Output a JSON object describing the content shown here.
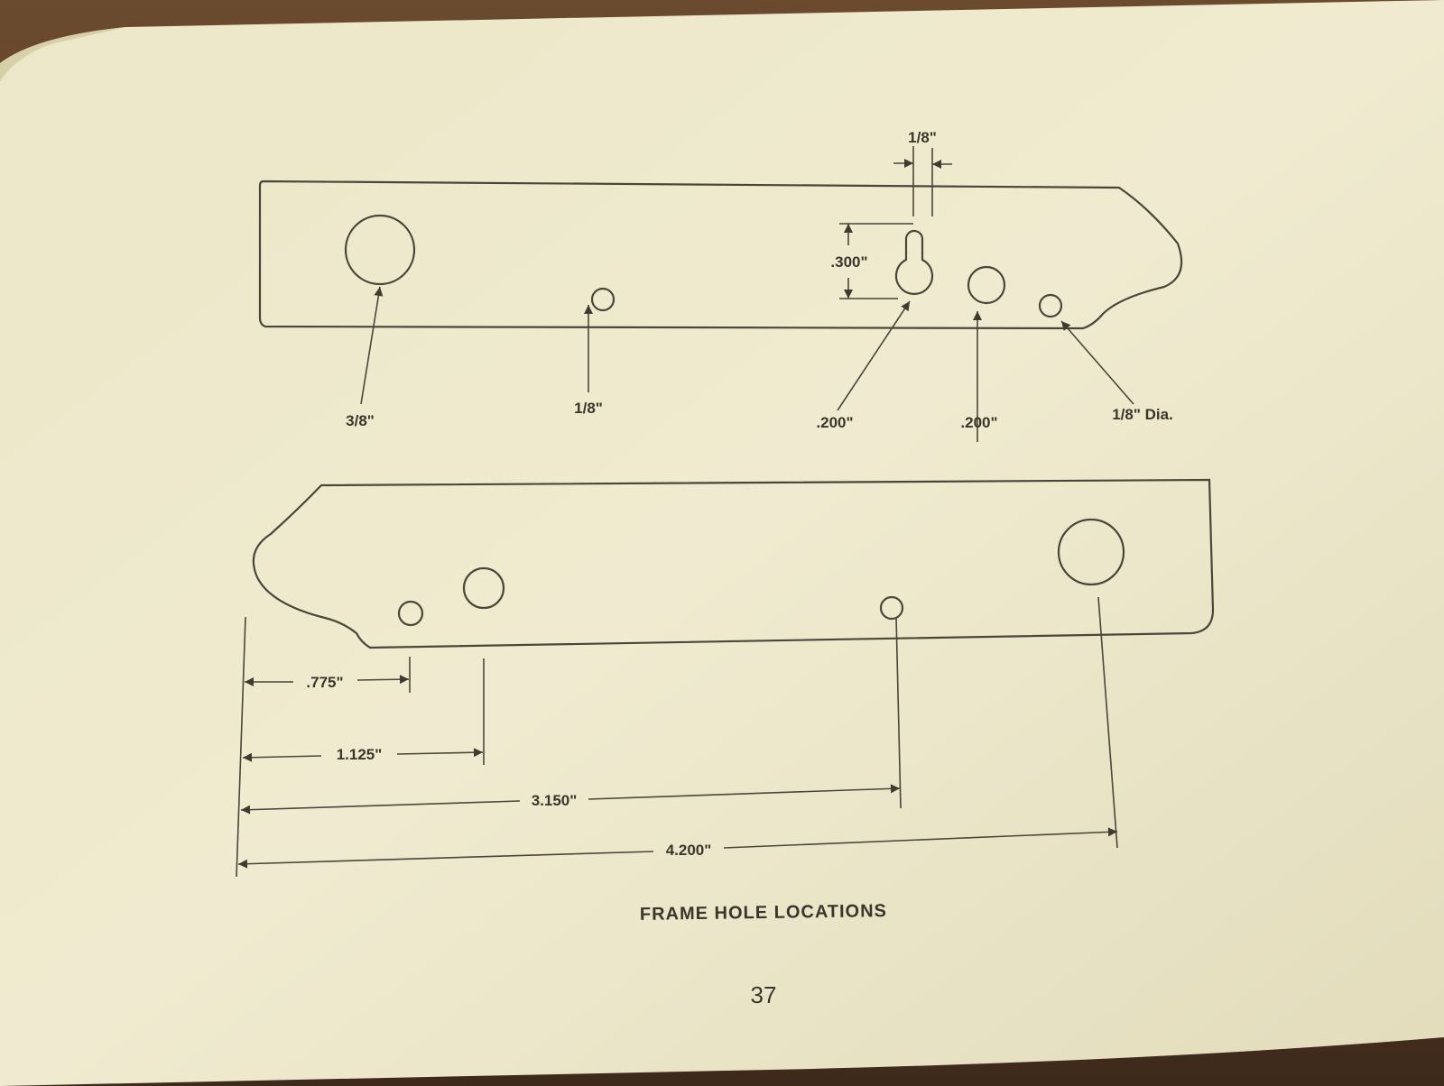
{
  "diagram": {
    "caption": "FRAME HOLE LOCATIONS",
    "page_number": "37",
    "top_frame": {
      "slot_width_label": "1/8\"",
      "slot_height_label": ".300\"",
      "callouts": {
        "large_hole": "3/8\"",
        "small_hole": "1/8\"",
        "keyhole_slot": ".200\"",
        "round_hole": ".200\"",
        "small_end_hole": "1/8\" Dia."
      }
    },
    "bottom_frame": {
      "dimensions": {
        "d1": ".775\"",
        "d2": "1.125\"",
        "d3": "3.150\"",
        "d4": "4.200\""
      }
    }
  }
}
